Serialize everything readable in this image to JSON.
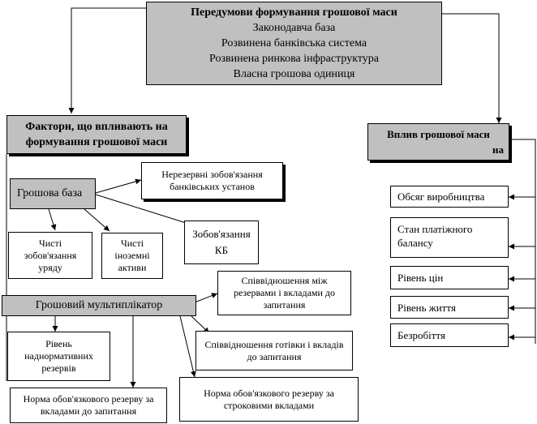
{
  "preconditions": {
    "title": "Передумови формування грошової маси",
    "items": [
      "Законодавча база",
      "Розвинена банківська система",
      "Розвинена ринкова інфраструктура",
      "Власна грошова одиниця"
    ]
  },
  "factors": {
    "title_line1": "Фактори, що впливають на",
    "title_line2": "формування грошової маси"
  },
  "money_base": {
    "label": "Грошова база",
    "children": [
      "Нерезервні зобов'язання банківських установ",
      "Чисті зобов'язання уряду",
      "Чисті іноземні активи",
      "Зобов'язання КБ"
    ]
  },
  "multiplier": {
    "label": "Грошовий мультиплікатор",
    "children": [
      "Співвідношення між резервами і вкладами до запитання",
      "Рівень наднормативних резервів",
      "Співвідношення готівки і вкладів до запитання",
      "Норма обов'язкового резерву за вкладами до запитання",
      "Норма обов'язкового резерву за строковими вкладами"
    ]
  },
  "influence": {
    "title_line1": "Вплив грошової маси",
    "title_line2": "на",
    "items": [
      "Обсяг виробництва",
      "Стан платіжного балансу",
      "Рівень цін",
      "Рівень життя",
      "Безробіття"
    ]
  }
}
